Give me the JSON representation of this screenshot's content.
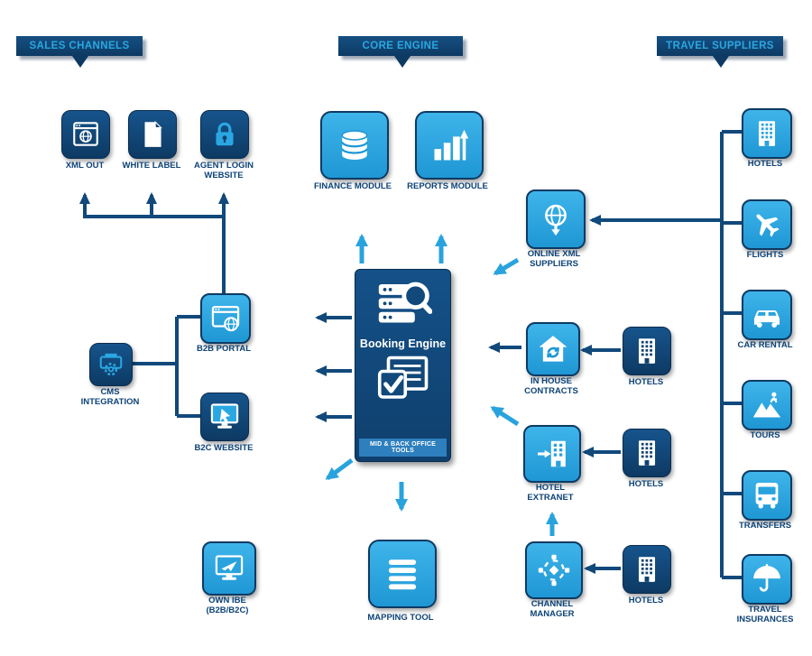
{
  "banners": {
    "sales": "SALES CHANNELS",
    "core": "CORE ENGINE",
    "suppliers": "TRAVEL SUPPLIERS"
  },
  "sales": {
    "xml_out": {
      "label": "XML OUT"
    },
    "white_label": {
      "label": "WHITE LABEL"
    },
    "agent_login": {
      "label": "AGENT LOGIN\nWEBSITE"
    },
    "b2b_portal": {
      "label": "B2B PORTAL"
    },
    "cms": {
      "label": "CMS\nINTEGRATION"
    },
    "b2c": {
      "label": "B2C WEBSITE"
    },
    "own_ibe": {
      "label": "OWN IBE\n(B2B/B2C)"
    }
  },
  "core": {
    "finance": {
      "label": "FINANCE MODULE"
    },
    "reports": {
      "label": "REPORTS MODULE"
    },
    "booking": {
      "title": "Booking Engine",
      "footer": "MID & BACK OFFICE TOOLS"
    },
    "mapping": {
      "label": "MAPPING TOOL"
    },
    "online_xml": {
      "label": "ONLINE XML\nSUPPLIERS"
    },
    "in_house": {
      "label": "IN HOUSE\nCONTRACTS"
    },
    "extranet": {
      "label": "HOTEL\nEXTRANET"
    },
    "channel": {
      "label": "CHANNEL\nMANAGER"
    },
    "hotels1": {
      "label": "HOTELS"
    },
    "hotels2": {
      "label": "HOTELS"
    },
    "hotels3": {
      "label": "HOTELS"
    }
  },
  "suppliers": {
    "hotels": {
      "label": "HOTELS"
    },
    "flights": {
      "label": "FLIGHTS"
    },
    "car_rental": {
      "label": "CAR RENTAL"
    },
    "tours": {
      "label": "TOURS"
    },
    "transfers": {
      "label": "TRANSFERS"
    },
    "insurances": {
      "label": "TRAVEL\nINSURANCES"
    }
  },
  "colors": {
    "dark": "#11497b",
    "light": "#29a3dd"
  }
}
